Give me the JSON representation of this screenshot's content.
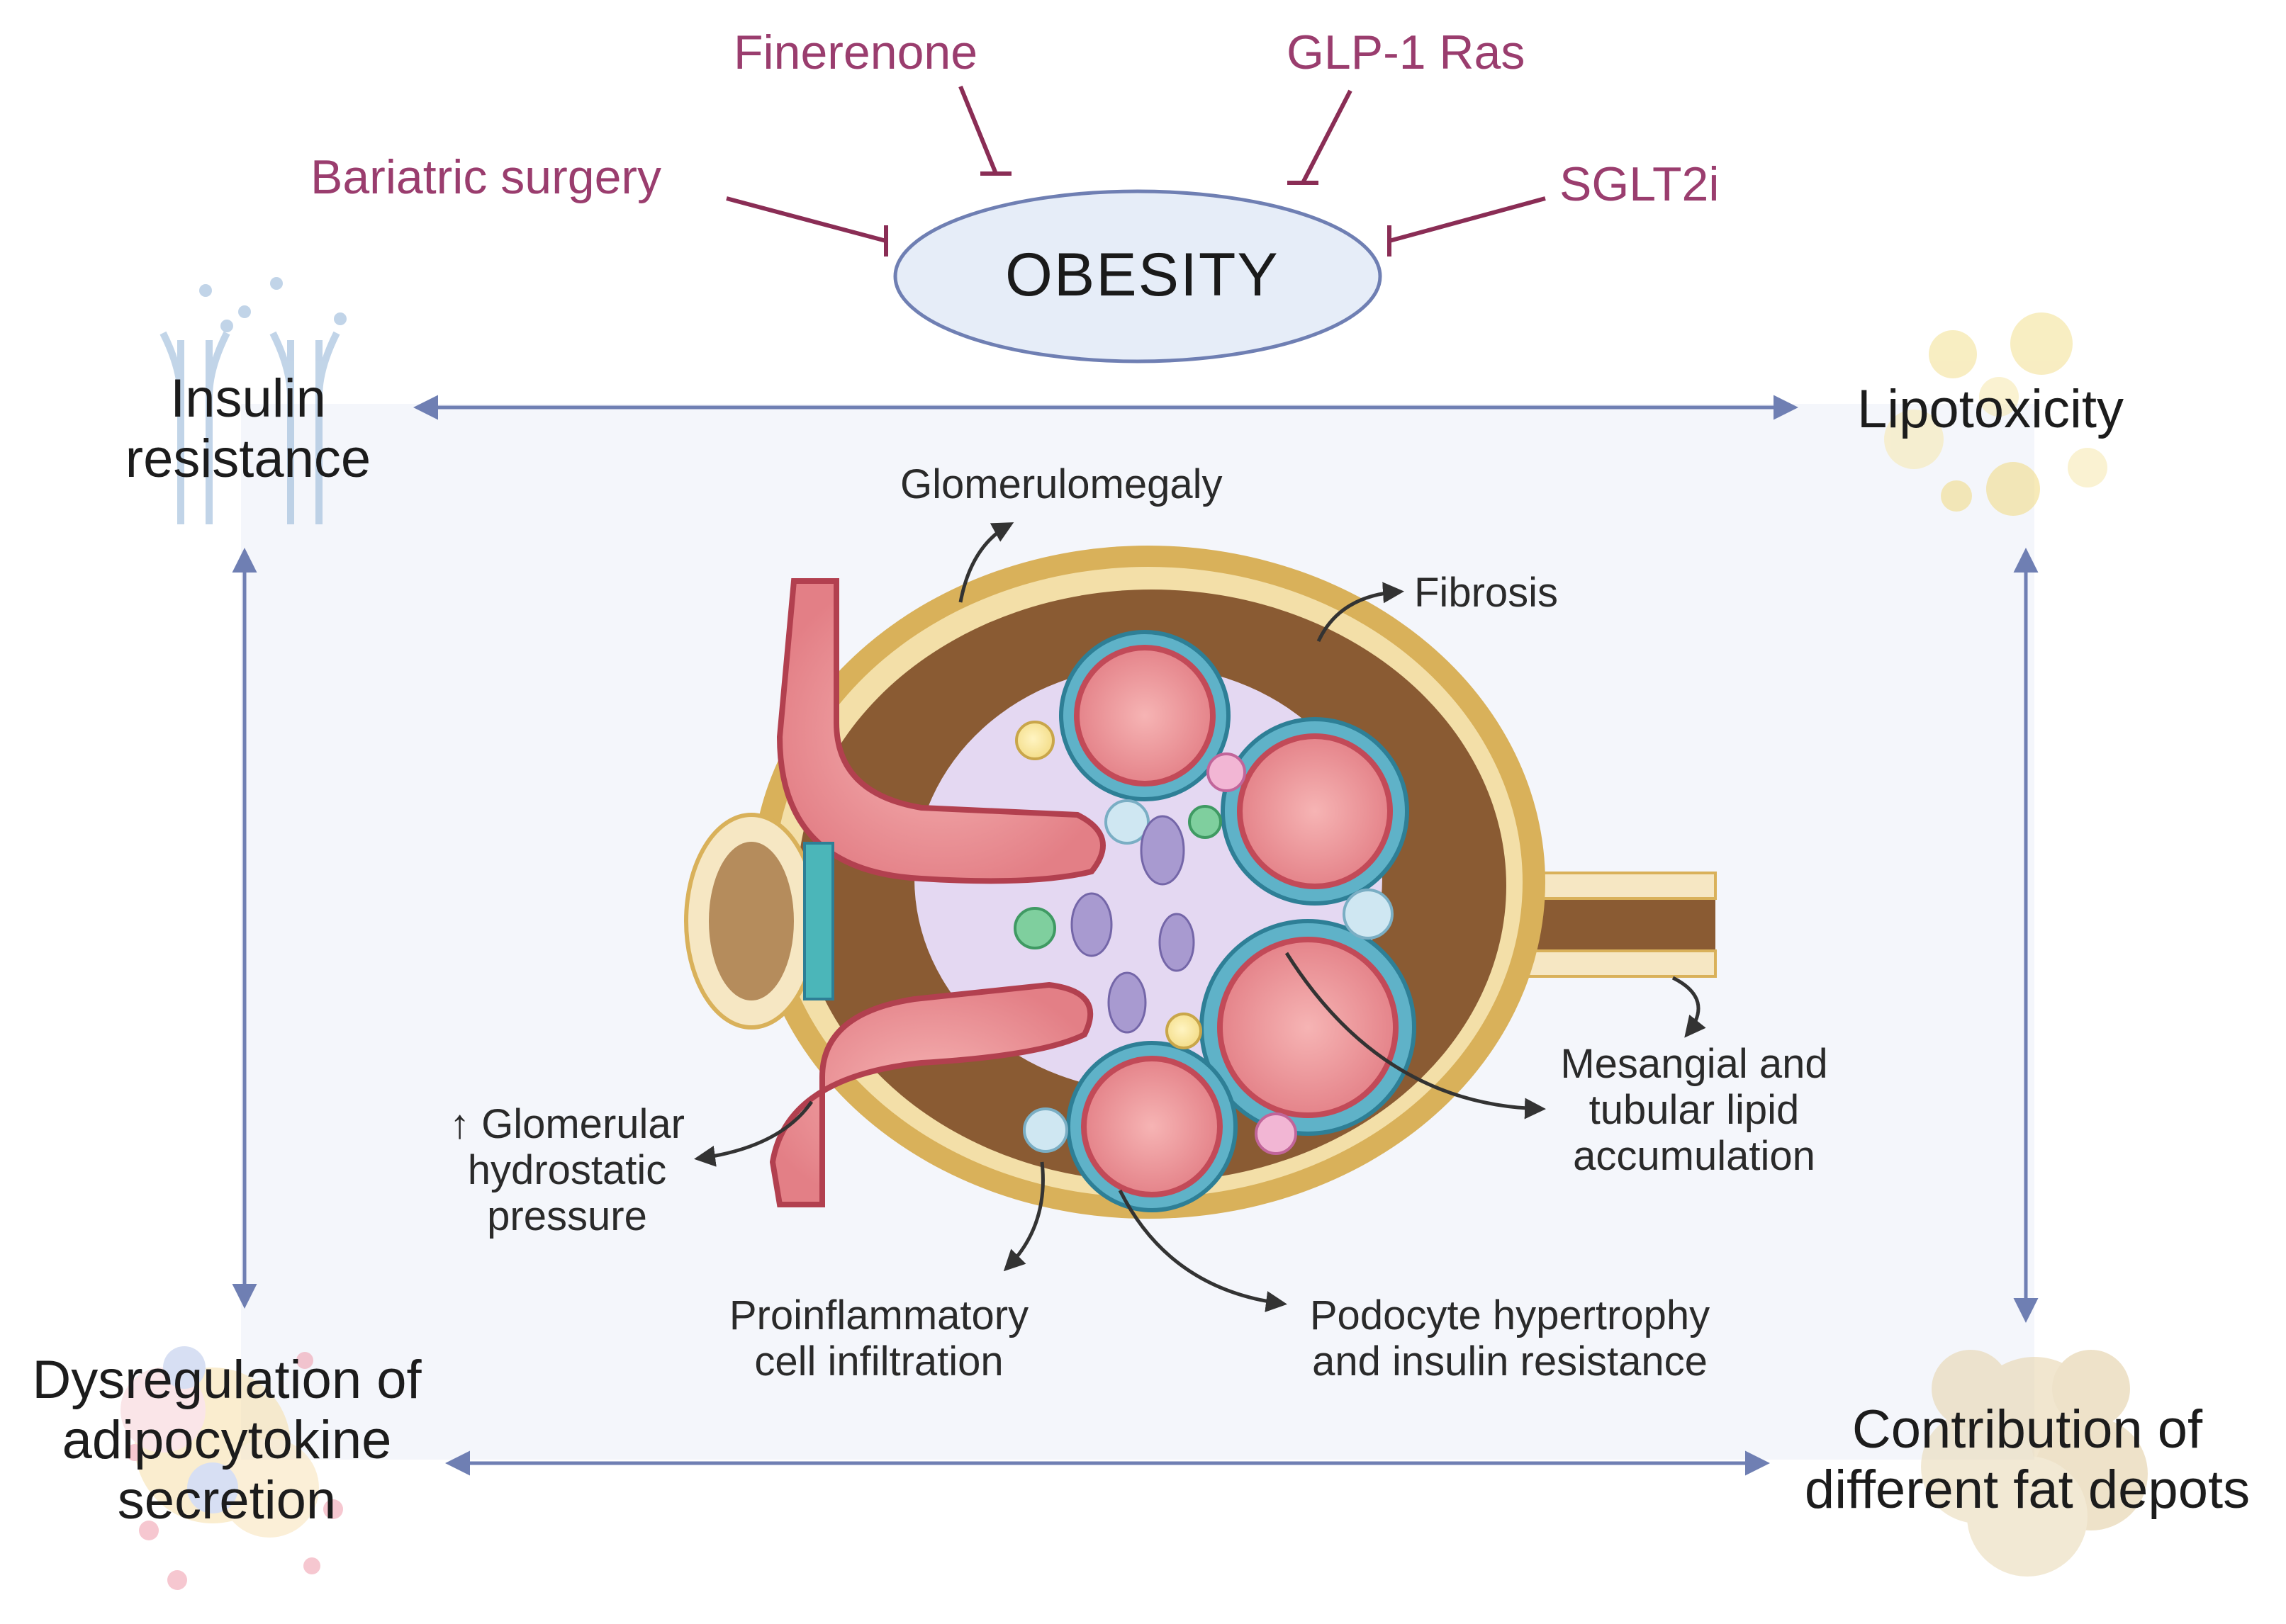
{
  "treatments": {
    "finerenone": "Finerenone",
    "glp1": "GLP-1 Ras",
    "bariatric": "Bariatric surgery",
    "sglt2i": "SGLT2i"
  },
  "center": {
    "obesity": "OBESITY"
  },
  "corners": {
    "insulin_resistance_l1": "Insulin",
    "insulin_resistance_l2": "resistance",
    "lipotoxicity": "Lipotoxicity",
    "adipocytokine_l1": "Dysregulation of",
    "adipocytokine_l2": "adipocytokine",
    "adipocytokine_l3": "secretion",
    "fat_depots_l1": "Contribution of",
    "fat_depots_l2": "different fat depots"
  },
  "glomerulus": {
    "glomerulomegaly": "Glomerulomegaly",
    "fibrosis": "Fibrosis",
    "hydrostatic_l1": "↑ Glomerular",
    "hydrostatic_l2": "hydrostatic",
    "hydrostatic_l3": "pressure",
    "mesangial_l1": "Mesangial and",
    "mesangial_l2": "tubular lipid",
    "mesangial_l3": "accumulation",
    "proinflammatory_l1": "Proinflammatory",
    "proinflammatory_l2": "cell infiltration",
    "podocyte_l1": "Podocyte hypertrophy",
    "podocyte_l2": "and insulin resistance"
  },
  "colors": {
    "drug_text": "#9a3d6e",
    "inhibition_line": "#8a2d55",
    "frame_arrow": "#6f7fb3",
    "panel_bg": "#f4f6fb",
    "ellipse_fill": "#e6edf8",
    "capsule": "#d9b15a",
    "capillary": "#e8888e"
  },
  "icons": [
    "insulin-receptor-icon",
    "lipid-droplets-icon",
    "adipocyte-cluster-icon",
    "fat-depot-icon"
  ]
}
